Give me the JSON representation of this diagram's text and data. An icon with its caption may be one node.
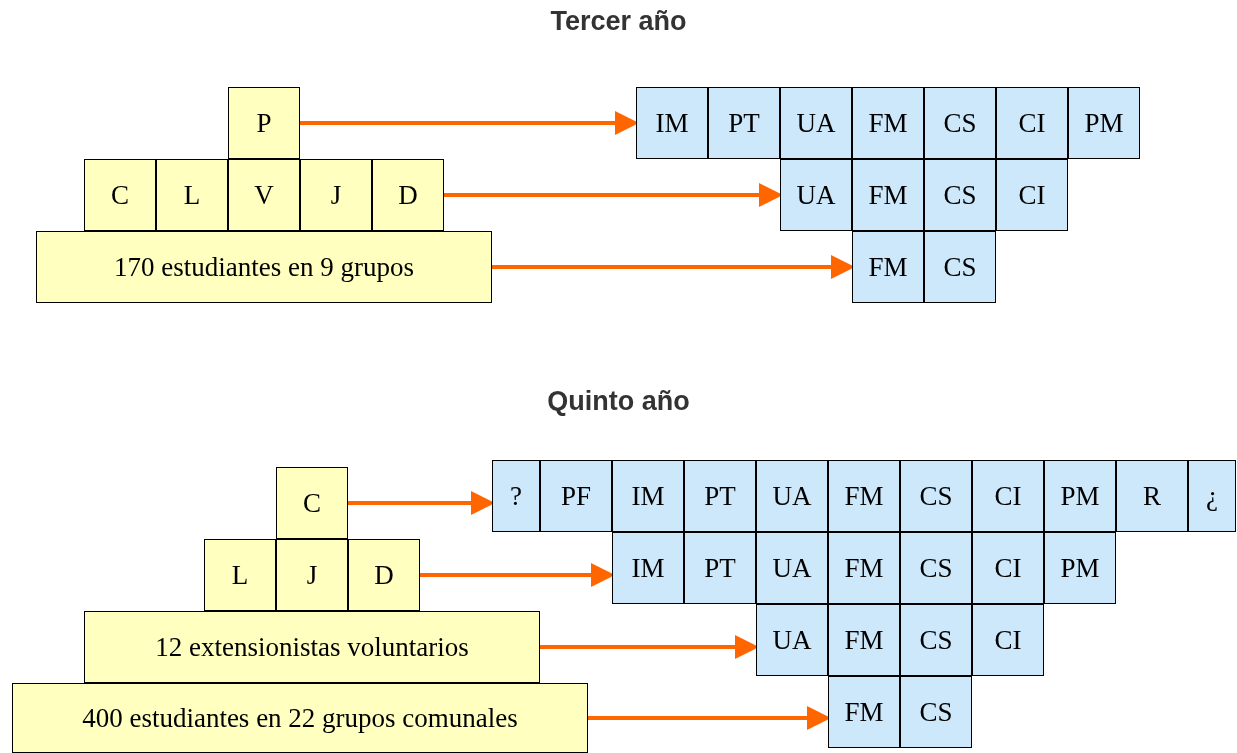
{
  "diagram": {
    "nodes": [
      {
        "text": [
          "P"
        ]
      },
      {
        "text": [
          "IM"
        ]
      },
      {
        "text": [
          "PT"
        ]
      },
      {
        "text": [
          "UA"
        ]
      },
      {
        "text": [
          "FM"
        ]
      },
      {
        "text": [
          "CS"
        ]
      },
      {
        "text": [
          "CI"
        ]
      },
      {
        "text": [
          "PM"
        ]
      },
      {
        "text": [
          "C"
        ]
      },
      {
        "text": [
          "L"
        ]
      },
      {
        "text": [
          "V"
        ]
      },
      {
        "text": [
          "J"
        ]
      },
      {
        "text": [
          "D"
        ]
      },
      {
        "text": [
          "UA"
        ]
      },
      {
        "text": [
          "FM"
        ]
      },
      {
        "text": [
          "CS"
        ]
      },
      {
        "text": [
          "CI"
        ]
      },
      {
        "text": [
          "170 estudiantes en 9 grupos"
        ]
      },
      {
        "text": [
          "FM"
        ]
      },
      {
        "text": [
          "CS"
        ]
      },
      {
        "text": [
          "C"
        ]
      },
      {
        "text": [
          "?"
        ]
      },
      {
        "text": [
          "PF"
        ]
      },
      {
        "text": [
          "IM"
        ]
      },
      {
        "text": [
          "PT"
        ]
      },
      {
        "text": [
          "UA"
        ]
      },
      {
        "text": [
          "FM"
        ]
      },
      {
        "text": [
          "CS"
        ]
      },
      {
        "text": [
          "CI"
        ]
      },
      {
        "text": [
          "PM"
        ]
      },
      {
        "text": [
          "R"
        ]
      },
      {
        "text": [
          "¿"
        ]
      },
      {
        "text": [
          "L"
        ]
      },
      {
        "text": [
          "J"
        ]
      },
      {
        "text": [
          "D"
        ]
      },
      {
        "text": [
          "IM"
        ]
      },
      {
        "text": [
          "PT"
        ]
      },
      {
        "text": [
          "UA"
        ]
      },
      {
        "text": [
          "FM"
        ]
      },
      {
        "text": [
          "CS"
        ]
      },
      {
        "text": [
          "CI"
        ]
      },
      {
        "text": [
          "PM"
        ]
      },
      {
        "text": [
          "12 extensionistas voluntarios"
        ]
      },
      {
        "text": [
          "UA"
        ]
      },
      {
        "text": [
          "FM"
        ]
      },
      {
        "text": [
          "CS"
        ]
      },
      {
        "text": [
          "CI"
        ]
      },
      {
        "text": [
          "400 estudiantes en 22 grupos comunales"
        ]
      },
      {
        "text": [
          "FM"
        ]
      },
      {
        "text": [
          "CS"
        ]
      }
    ],
    "edges": [
      {
        "from": 0,
        "to": 1,
        "arrow": "to"
      },
      {
        "from": 12,
        "to": 13,
        "arrow": "to"
      },
      {
        "from": 17,
        "to": 18,
        "arrow": "to"
      },
      {
        "from": 20,
        "to": 21,
        "arrow": "to"
      },
      {
        "from": 34,
        "to": 35,
        "arrow": "to"
      },
      {
        "from": 42,
        "to": 43,
        "arrow": "to"
      },
      {
        "from": 47,
        "to": 48,
        "arrow": "to"
      }
    ],
    "labels": [
      "Tercer año",
      "Quinto año"
    ]
  }
}
